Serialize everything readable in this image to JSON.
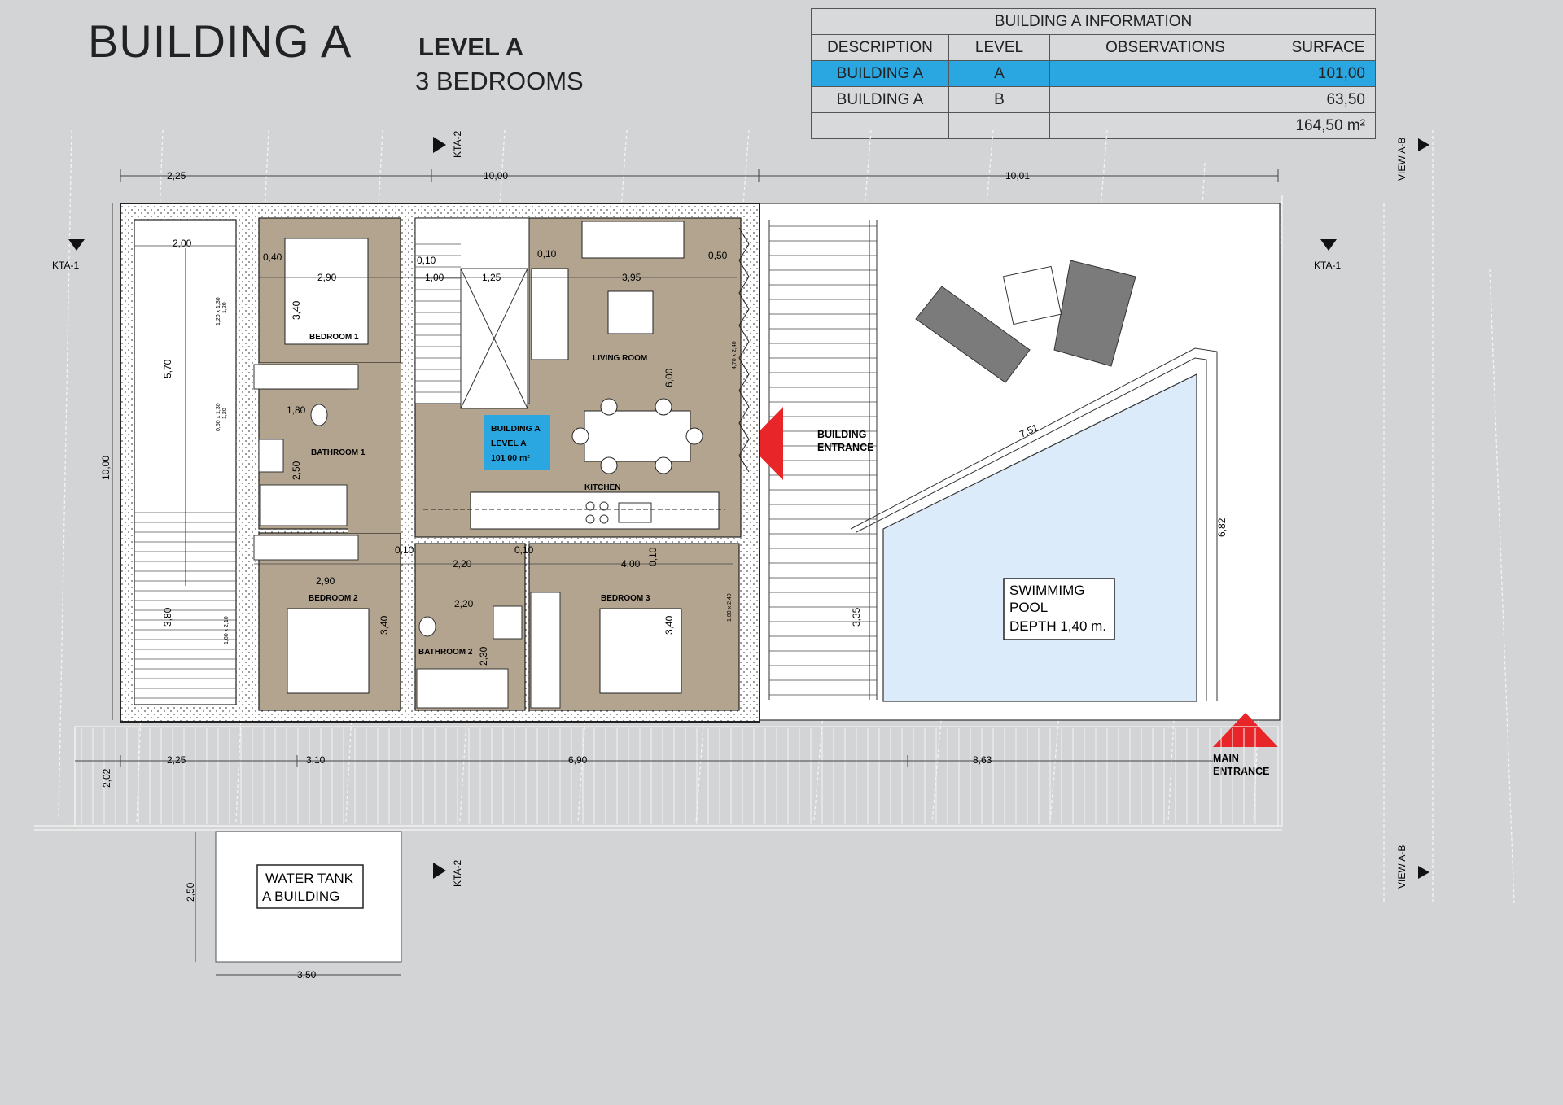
{
  "header": {
    "title": "BUILDING A",
    "level": "LEVEL A",
    "bedrooms": "3 BEDROOMS"
  },
  "info_table": {
    "title": "BUILDING A INFORMATION",
    "columns": [
      "DESCRIPTION",
      "LEVEL",
      "OBSERVATIONS",
      "SURFACE"
    ],
    "rows": [
      {
        "description": "BUILDING A",
        "level": "A",
        "observations": "",
        "surface": "101,00",
        "highlighted": true
      },
      {
        "description": "BUILDING A",
        "level": "B",
        "observations": "",
        "surface": "63,50",
        "highlighted": false
      },
      {
        "description": "",
        "level": "",
        "observations": "",
        "surface": "164,50 m²",
        "highlighted": false
      }
    ],
    "highlight_color": "#2aa7e0"
  },
  "rooms": {
    "bedroom1": "BEDROOM  1",
    "bathroom1": "BATHROOM 1",
    "living": "LIVING ROOM",
    "kitchen": "KITCHEN",
    "bedroom2": "BEDROOM 2",
    "bathroom2": "BATHROOM 2",
    "bedroom3": "BEDROOM 3"
  },
  "area_tag": {
    "line1": "BUILDING A",
    "line2": "LEVEL A",
    "line3": "101 00 m²"
  },
  "pool": {
    "line1": "SWIMMIMG",
    "line2": "POOL",
    "line3": "DEPTH    1,40 m."
  },
  "water_tank": {
    "line1": "WATER TANK",
    "line2": "A BUILDING"
  },
  "entrances": {
    "building": [
      "BUILDING",
      "ENTRANCE"
    ],
    "main": [
      "MAIN",
      "ENTRANCE"
    ],
    "marker_color": "#e8262a"
  },
  "sections": {
    "kta1": "KTA-1",
    "kta2": "KTA-2",
    "view": "VIEW  A-B"
  },
  "window_tags": [
    "1,20 x 1,30",
    "1,20",
    "0,50 x 1,30",
    "1,20",
    "1,60 x 2,10",
    "4,70 x 2,40",
    "1,80 x 2,40"
  ],
  "dimensions": {
    "top": [
      "2,25",
      "10,00",
      "10,01"
    ],
    "bottom": [
      "2,25",
      "3,10",
      "6,90",
      "8,63"
    ],
    "left_height": "10,00",
    "left_offset": "2,02",
    "corridor": [
      "2,00",
      "5,70",
      "3,80"
    ],
    "bedroom1": [
      "0,40",
      "2,90",
      "3,40"
    ],
    "upper_mid": [
      "0,10",
      "1,00",
      "1,25",
      "0,10",
      "3,95",
      "0,50"
    ],
    "bathroom1": [
      "1,80",
      "2,50"
    ],
    "living_height": "6,00",
    "lower_mid": [
      "0,10",
      "2,20",
      "0,10",
      "4,00",
      "0,10"
    ],
    "bedroom2": [
      "2,90",
      "3,40"
    ],
    "bathroom2": [
      "2,20",
      "2,30"
    ],
    "bedroom3": "3,40",
    "terrace": "3,35",
    "pool": [
      "7,51",
      "6,82"
    ],
    "tank": [
      "2,50",
      "3,50"
    ]
  },
  "colors": {
    "background": "#d3d4d6",
    "interior": "#b3a48f",
    "pool": "#dcebf9",
    "wall": "#ffffff"
  }
}
